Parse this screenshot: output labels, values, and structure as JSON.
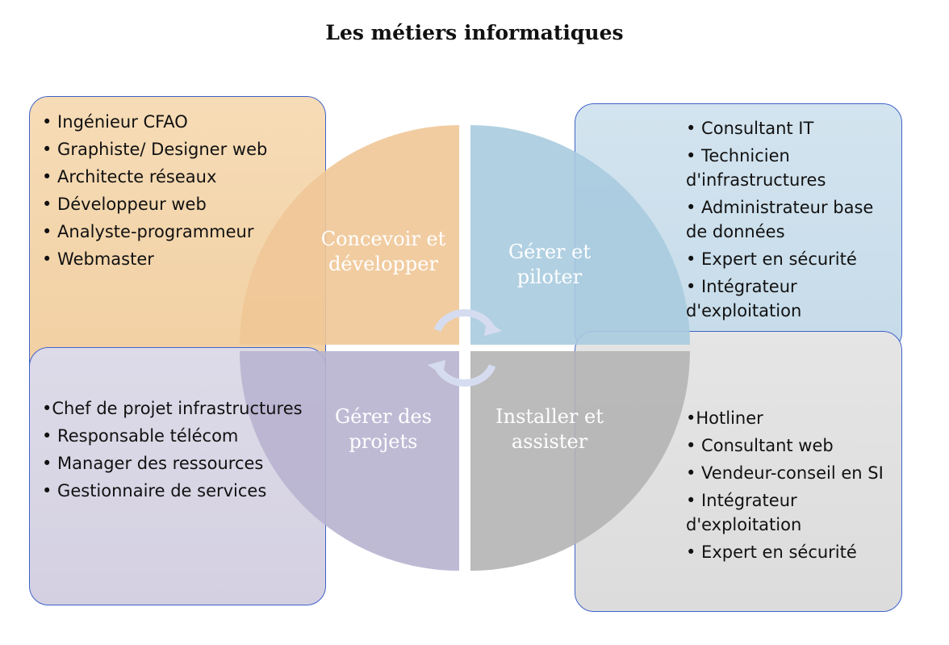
{
  "title": "Les métiers informatiques",
  "quadrants": {
    "top_left": {
      "label": "Concevoir et développer",
      "color": "#efc797",
      "items": [
        "• Ingénieur CFAO",
        "• Graphiste/ Designer web",
        "• Architecte réseaux",
        "• Développeur web",
        "• Analyste-programmeur",
        "• Webmaster"
      ]
    },
    "top_right": {
      "label": "Gérer et piloter",
      "color": "#a9cbdf",
      "items": [
        "• Consultant IT",
        "• Technicien d'infrastructures",
        "• Administrateur base de données",
        "• Expert en sécurité",
        "• Intégrateur d'exploitation"
      ]
    },
    "bottom_left": {
      "label": "Gérer des projets",
      "color": "#b8b2cf",
      "items": [
        "•Chef de projet infrastructures",
        "• Responsable télécom",
        "• Manager des ressources",
        "• Gestionnaire de services"
      ]
    },
    "bottom_right": {
      "label": "Installer et assister",
      "color": "#b4b4b4",
      "items": [
        "•Hotliner",
        "• Consultant web",
        "• Vendeur-conseil en SI",
        "• Intégrateur d'exploitation",
        "• Expert en sécurité"
      ]
    }
  },
  "cycle_arrows_color": "#d6dcf0"
}
